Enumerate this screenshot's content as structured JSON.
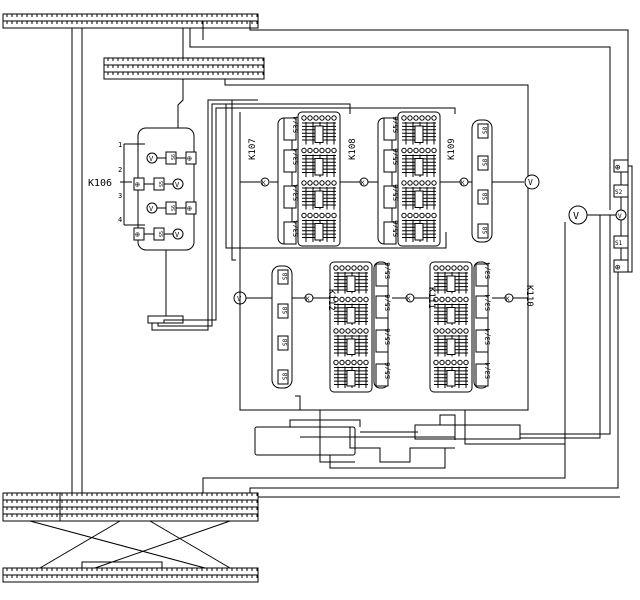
{
  "diagram": {
    "bg_color": "#ffffff",
    "line_color": "#000000",
    "labels": {
      "k106": "K106",
      "k107": "K107",
      "k108": "K108",
      "k109": "K109",
      "k110": "K110",
      "k111": "K111",
      "k112": "K112"
    },
    "ports": {
      "p1": "1",
      "p2": "2",
      "p3": "3",
      "p4": "4"
    },
    "switch_labels": {
      "s34": "S3/4",
      "s56": "S5/6",
      "s8": "S8",
      "s6": "S6",
      "s5": "S5",
      "s2": "S2",
      "s1": "S1"
    },
    "symbols": {
      "vertex": "V",
      "kross": "K",
      "cross": "⊕"
    }
  }
}
